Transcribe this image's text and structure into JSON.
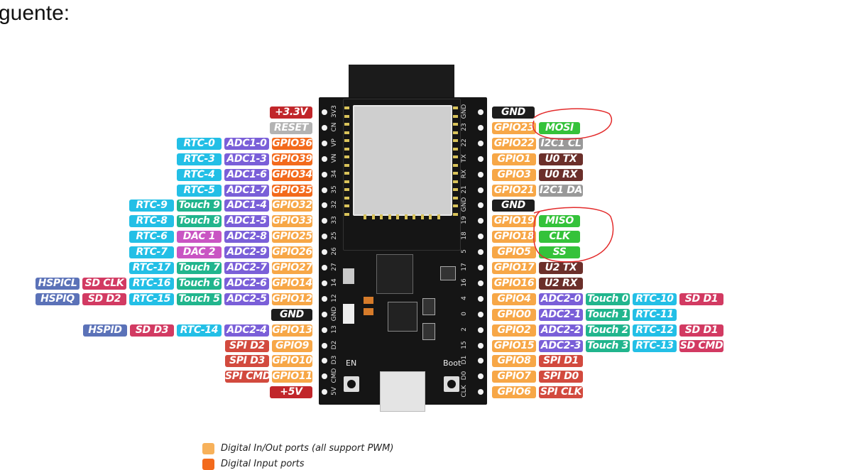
{
  "heading": "guente:",
  "legend": [
    {
      "label": "Digital In/Out ports (all support PWM)",
      "color": "#f7b15a"
    },
    {
      "label": "Digital Input ports",
      "color": "#f36a1c"
    }
  ],
  "board_text": {
    "en": "EN",
    "boot": "Boot"
  },
  "colors": {
    "gpio": "#f7a747",
    "gpio_input": "#f36a1c",
    "rtc": "#23bfe6",
    "adc": "#7a5fd8",
    "touch": "#21b58d",
    "dac": "#c955c3",
    "power": "#c1262a",
    "reset": "#b3b3b3",
    "gnd": "#1d1d1d",
    "hspi": "#5b72b8",
    "sd": "#d23a62",
    "spi": "#d24a3e",
    "uart": "#6b2f2a",
    "i2c": "#999999",
    "vspi": "#34c23a",
    "annotation": "#e32b2b"
  },
  "left_rows": [
    {
      "pin": "3V3",
      "labels": [
        {
          "text": "+3.3V",
          "type": "power"
        }
      ]
    },
    {
      "pin": "CN",
      "labels": [
        {
          "text": "RESET",
          "type": "reset"
        }
      ]
    },
    {
      "pin": "VP",
      "labels": [
        {
          "text": "RTC-0",
          "type": "rtc"
        },
        {
          "text": "ADC1-0",
          "type": "adc"
        },
        {
          "text": "GPIO36",
          "type": "gpio_input"
        }
      ]
    },
    {
      "pin": "VN",
      "labels": [
        {
          "text": "RTC-3",
          "type": "rtc"
        },
        {
          "text": "ADC1-3",
          "type": "adc"
        },
        {
          "text": "GPIO39",
          "type": "gpio_input"
        }
      ]
    },
    {
      "pin": "34",
      "labels": [
        {
          "text": "RTC-4",
          "type": "rtc"
        },
        {
          "text": "ADC1-6",
          "type": "adc"
        },
        {
          "text": "GPIO34",
          "type": "gpio_input"
        }
      ]
    },
    {
      "pin": "35",
      "labels": [
        {
          "text": "RTC-5",
          "type": "rtc"
        },
        {
          "text": "ADC1-7",
          "type": "adc"
        },
        {
          "text": "GPIO35",
          "type": "gpio_input"
        }
      ]
    },
    {
      "pin": "32",
      "labels": [
        {
          "text": "RTC-9",
          "type": "rtc"
        },
        {
          "text": "Touch 9",
          "type": "touch"
        },
        {
          "text": "ADC1-4",
          "type": "adc"
        },
        {
          "text": "GPIO32",
          "type": "gpio"
        }
      ]
    },
    {
      "pin": "33",
      "labels": [
        {
          "text": "RTC-8",
          "type": "rtc"
        },
        {
          "text": "Touch 8",
          "type": "touch"
        },
        {
          "text": "ADC1-5",
          "type": "adc"
        },
        {
          "text": "GPIO33",
          "type": "gpio"
        }
      ]
    },
    {
      "pin": "25",
      "labels": [
        {
          "text": "RTC-6",
          "type": "rtc"
        },
        {
          "text": "DAC 1",
          "type": "dac"
        },
        {
          "text": "ADC2-8",
          "type": "adc"
        },
        {
          "text": "GPIO25",
          "type": "gpio"
        }
      ]
    },
    {
      "pin": "26",
      "labels": [
        {
          "text": "RTC-7",
          "type": "rtc"
        },
        {
          "text": "DAC 2",
          "type": "dac"
        },
        {
          "text": "ADC2-9",
          "type": "adc"
        },
        {
          "text": "GPIO26",
          "type": "gpio"
        }
      ]
    },
    {
      "pin": "27",
      "labels": [
        {
          "text": "RTC-17",
          "type": "rtc"
        },
        {
          "text": "Touch 7",
          "type": "touch"
        },
        {
          "text": "ADC2-7",
          "type": "adc"
        },
        {
          "text": "GPIO27",
          "type": "gpio"
        }
      ]
    },
    {
      "pin": "14",
      "labels": [
        {
          "text": "HSPICL",
          "type": "hspi"
        },
        {
          "text": "SD CLK",
          "type": "sd"
        },
        {
          "text": "RTC-16",
          "type": "rtc"
        },
        {
          "text": "Touch 6",
          "type": "touch"
        },
        {
          "text": "ADC2-6",
          "type": "adc"
        },
        {
          "text": "GPIO14",
          "type": "gpio"
        }
      ]
    },
    {
      "pin": "12",
      "labels": [
        {
          "text": "HSPIQ",
          "type": "hspi"
        },
        {
          "text": "SD D2",
          "type": "sd"
        },
        {
          "text": "RTC-15",
          "type": "rtc"
        },
        {
          "text": "Touch 5",
          "type": "touch"
        },
        {
          "text": "ADC2-5",
          "type": "adc"
        },
        {
          "text": "GPIO12",
          "type": "gpio"
        }
      ]
    },
    {
      "pin": "GND",
      "labels": [
        {
          "text": "GND",
          "type": "gnd"
        }
      ]
    },
    {
      "pin": "13",
      "labels": [
        {
          "text": "HSPID",
          "type": "hspi"
        },
        {
          "text": "SD D3",
          "type": "sd"
        },
        {
          "text": "RTC-14",
          "type": "rtc"
        },
        {
          "text": "ADC2-4",
          "type": "adc"
        },
        {
          "text": "GPIO13",
          "type": "gpio"
        }
      ]
    },
    {
      "pin": "D2",
      "labels": [
        {
          "text": "SPI D2",
          "type": "spi"
        },
        {
          "text": "GPIO9",
          "type": "gpio"
        }
      ]
    },
    {
      "pin": "D3",
      "labels": [
        {
          "text": "SPI D3",
          "type": "spi"
        },
        {
          "text": "GPIO10",
          "type": "gpio"
        }
      ]
    },
    {
      "pin": "CMD",
      "labels": [
        {
          "text": "SPI CMD",
          "type": "spi"
        },
        {
          "text": "GPIO11",
          "type": "gpio"
        }
      ]
    },
    {
      "pin": "5V",
      "labels": [
        {
          "text": "+5V",
          "type": "power"
        }
      ]
    }
  ],
  "right_rows": [
    {
      "pin": "GND",
      "labels": [
        {
          "text": "GND",
          "type": "gnd"
        }
      ]
    },
    {
      "pin": "23",
      "labels": [
        {
          "text": "GPIO23",
          "type": "gpio"
        },
        {
          "text": "MOSI",
          "type": "vspi"
        }
      ]
    },
    {
      "pin": "22",
      "labels": [
        {
          "text": "GPIO22",
          "type": "gpio"
        },
        {
          "text": "I2C1 CL",
          "type": "i2c"
        }
      ]
    },
    {
      "pin": "TX",
      "labels": [
        {
          "text": "GPIO1",
          "type": "gpio"
        },
        {
          "text": "U0 TX",
          "type": "uart"
        }
      ]
    },
    {
      "pin": "RX",
      "labels": [
        {
          "text": "GPIO3",
          "type": "gpio"
        },
        {
          "text": "U0 RX",
          "type": "uart"
        }
      ]
    },
    {
      "pin": "21",
      "labels": [
        {
          "text": "GPIO21",
          "type": "gpio"
        },
        {
          "text": "I2C1 DA",
          "type": "i2c"
        }
      ]
    },
    {
      "pin": "GND",
      "labels": [
        {
          "text": "GND",
          "type": "gnd"
        }
      ]
    },
    {
      "pin": "19",
      "labels": [
        {
          "text": "GPIO19",
          "type": "gpio"
        },
        {
          "text": "MISO",
          "type": "vspi"
        }
      ]
    },
    {
      "pin": "18",
      "labels": [
        {
          "text": "GPIO18",
          "type": "gpio"
        },
        {
          "text": "CLK",
          "type": "vspi"
        }
      ]
    },
    {
      "pin": "5",
      "labels": [
        {
          "text": "GPIO5",
          "type": "gpio"
        },
        {
          "text": "SS",
          "type": "vspi"
        }
      ]
    },
    {
      "pin": "17",
      "labels": [
        {
          "text": "GPIO17",
          "type": "gpio"
        },
        {
          "text": "U2 TX",
          "type": "uart"
        }
      ]
    },
    {
      "pin": "16",
      "labels": [
        {
          "text": "GPIO16",
          "type": "gpio"
        },
        {
          "text": "U2 RX",
          "type": "uart"
        }
      ]
    },
    {
      "pin": "4",
      "labels": [
        {
          "text": "GPIO4",
          "type": "gpio"
        },
        {
          "text": "ADC2-0",
          "type": "adc"
        },
        {
          "text": "Touch 0",
          "type": "touch"
        },
        {
          "text": "RTC-10",
          "type": "rtc"
        },
        {
          "text": "SD D1",
          "type": "sd"
        }
      ]
    },
    {
      "pin": "0",
      "labels": [
        {
          "text": "GPIO0",
          "type": "gpio"
        },
        {
          "text": "ADC2-1",
          "type": "adc"
        },
        {
          "text": "Touch 1",
          "type": "touch"
        },
        {
          "text": "RTC-11",
          "type": "rtc"
        }
      ]
    },
    {
      "pin": "2",
      "labels": [
        {
          "text": "GPIO2",
          "type": "gpio"
        },
        {
          "text": "ADC2-2",
          "type": "adc"
        },
        {
          "text": "Touch 2",
          "type": "touch"
        },
        {
          "text": "RTC-12",
          "type": "rtc"
        },
        {
          "text": "SD D1",
          "type": "sd"
        }
      ]
    },
    {
      "pin": "15",
      "labels": [
        {
          "text": "GPIO15",
          "type": "gpio"
        },
        {
          "text": "ADC2-3",
          "type": "adc"
        },
        {
          "text": "Touch 3",
          "type": "touch"
        },
        {
          "text": "RTC-13",
          "type": "rtc"
        },
        {
          "text": "SD CMD",
          "type": "sd"
        }
      ]
    },
    {
      "pin": "D1",
      "labels": [
        {
          "text": "GPIO8",
          "type": "gpio"
        },
        {
          "text": "SPI D1",
          "type": "spi"
        }
      ]
    },
    {
      "pin": "D0",
      "labels": [
        {
          "text": "GPIO7",
          "type": "gpio"
        },
        {
          "text": "SPI D0",
          "type": "spi"
        }
      ]
    },
    {
      "pin": "CLK",
      "labels": [
        {
          "text": "GPIO6",
          "type": "gpio"
        },
        {
          "text": "SPI CLK",
          "type": "spi"
        }
      ]
    }
  ]
}
